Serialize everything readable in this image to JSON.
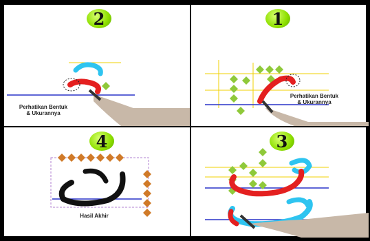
{
  "panels": {
    "top_left": {
      "number": "2",
      "caption_line1": "Perhatikan Bentuk",
      "caption_line2": "& Ukurannya"
    },
    "top_right": {
      "number": "1",
      "caption_line1": "Perhatikan Bentuk",
      "caption_line2": "& Ukurannya"
    },
    "bottom_left": {
      "number": "4",
      "caption": "Hasil Akhir"
    },
    "bottom_right": {
      "number": "3"
    }
  },
  "colors": {
    "badge": "#8ee000",
    "diamond": "#8fc93a",
    "orange_diamond": "#d07a28",
    "red_stroke": "#e42020",
    "cyan_stroke": "#2ec4f0",
    "guide_blue": "#2a33c8",
    "guide_yellow": "#f0d000",
    "guide_purple": "#b080d0"
  }
}
